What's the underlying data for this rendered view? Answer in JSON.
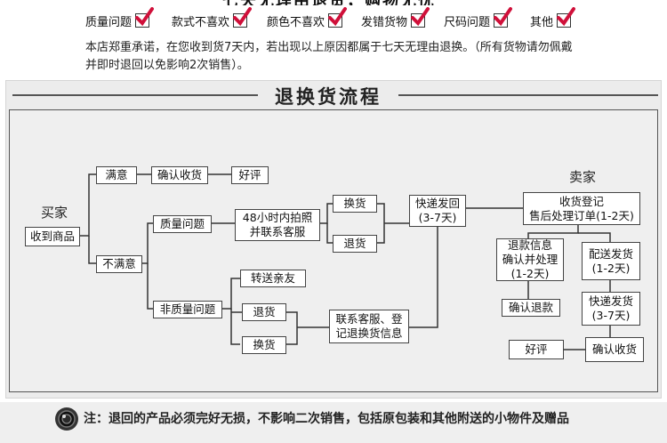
{
  "reasons": [
    {
      "label": "质量问题"
    },
    {
      "label": "款式不喜欢"
    },
    {
      "label": "颜色不喜欢"
    },
    {
      "label": "发错货物"
    },
    {
      "label": "尺码问题"
    },
    {
      "label": "其他"
    }
  ],
  "notice": "本店郑重承诺，在您收到货7天内，若出现以上原因都属于七天无理由退换。（所有货物请勿佩戴并即时退回以免影响2次销售）。",
  "flow": {
    "title": "退换货流程",
    "buyer_label": "买家",
    "seller_label": "卖家",
    "nodes": {
      "receive": "收到商品",
      "satisfied": "满意",
      "confirm_receipt": "确认收货",
      "good_review": "好评",
      "unsatisfied": "不满意",
      "quality_issue": "质量问题",
      "photo_contact": "48小时内拍照\n并联系客服",
      "exchange_a": "换货",
      "return_a": "退货",
      "non_quality_issue": "非质量问题",
      "gift_friend": "转送亲友",
      "return_b": "退货",
      "exchange_b": "换货",
      "contact_register": "联系客服、登\n记退换货信息",
      "express_back": "快递发回\n(3-7天)",
      "seller_register": "收货登记\n售后处理订单(1-2天)",
      "refund_info": "退款信息\n确认并处理\n(1-2天)",
      "confirm_refund": "确认退款",
      "dispatch": "配送发货\n(1-2天)",
      "express_send": "快递发货\n(3-7天)",
      "confirm_receipt_final": "确认收货",
      "good_review_final": "好评"
    }
  },
  "footer_note": "注：退回的产品必须完好无损，不影响二次销售，包括原包装和其他附送的小物件及赠品"
}
